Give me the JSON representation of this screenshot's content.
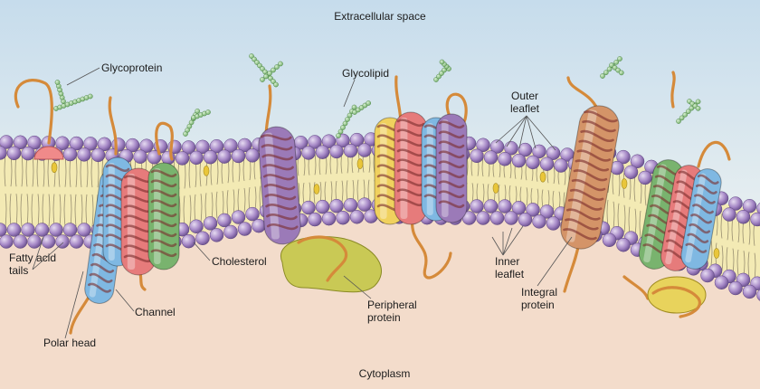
{
  "labels": {
    "extracellular": "Extracellular space",
    "cytoplasm": "Cytoplasm",
    "glycoprotein": "Glycoprotein",
    "glycolipid": "Glycolipid",
    "outer_leaflet": "Outer\nleaflet",
    "inner_leaflet": "Inner\nleaflet",
    "integral_protein": "Integral\nprotein",
    "peripheral_protein": "Peripheral\nprotein",
    "cholesterol": "Cholesterol",
    "channel": "Channel",
    "fatty_acid_tails": "Fatty acid\ntails",
    "polar_head": "Polar head"
  },
  "colors": {
    "extracellular_top": "#c6dcec",
    "extracellular_bottom": "#e6eef0",
    "cytoplasm": "#f3dccb",
    "lipid_head": "#a587c6",
    "lipid_head_dark": "#5e4582",
    "lipid_tail_fill": "#f3eab4",
    "lipid_tail_line": "#8a8066",
    "cholesterol": "#e9c63a",
    "sugar": "#6aa860",
    "strand": "#d58a3a",
    "helix_red": "#e67b7b",
    "helix_green": "#79b36e",
    "helix_blue": "#7fb8e2",
    "helix_purple": "#9b7ab8",
    "helix_yellow": "#f0d15e",
    "helix_orange": "#d49468",
    "peripheral": "#c9c955",
    "peripheral_small": "#e8d35c",
    "glyco_bead": "#f08a8a",
    "leader": "#555555"
  }
}
